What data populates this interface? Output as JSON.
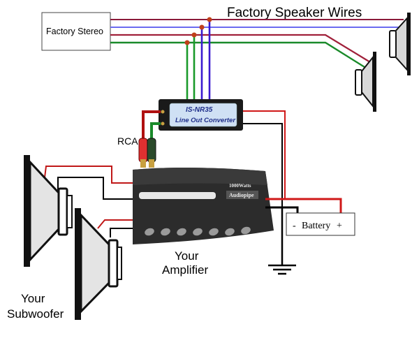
{
  "diagram": {
    "title": "Factory Speaker Wires",
    "factory_stereo": {
      "label": "Factory Stereo"
    },
    "converter": {
      "model": "IS-NR35",
      "name": "Line Out Converter"
    },
    "rca_label": "RCA",
    "amplifier": {
      "label_line1": "Your",
      "label_line2": "Amplifier",
      "badge_line1": "1000Watts",
      "badge_line2": "Audiopipe"
    },
    "subwoofer": {
      "label_line1": "Your",
      "label_line2": "Subwoofer",
      "count": 2
    },
    "battery": {
      "negative": "-",
      "name": "Battery",
      "positive": "+"
    },
    "factory_speakers": {
      "count": 2
    },
    "wire_colors": {
      "speaker_wire_1": "#8b1a3a",
      "speaker_wire_2": "#6a6af0",
      "speaker_wire_3": "#a0203a",
      "speaker_wire_4": "#1a8a2a",
      "tap_green": "#1a9a2a",
      "tap_blue": "#3a1ad0",
      "power": "#d01818",
      "ground": "#000000",
      "splice_dot": "#c0401a"
    }
  }
}
